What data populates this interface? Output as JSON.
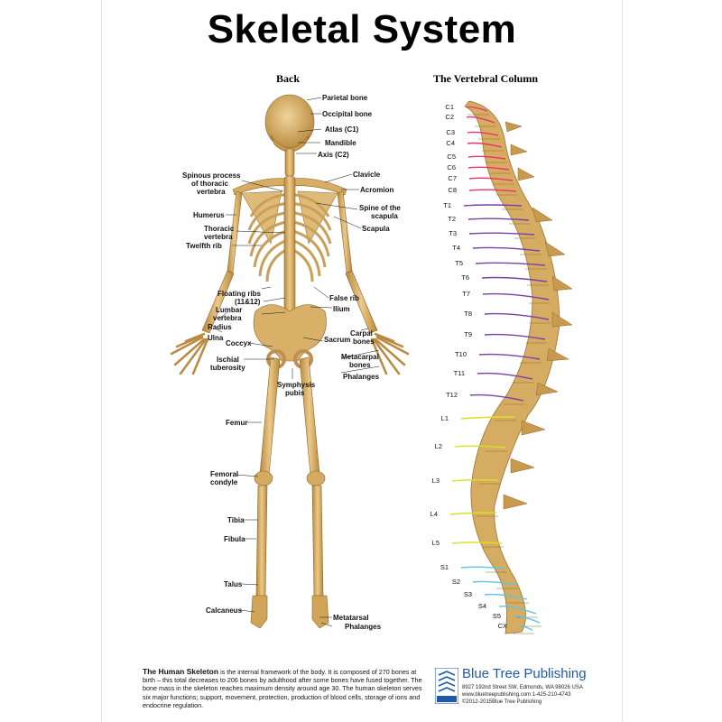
{
  "title": "Skeletal System",
  "sections": {
    "back": "Back",
    "vertebral": "The Vertebral Column"
  },
  "back_labels": {
    "parietal": "Parietal bone",
    "occipital": "Occipital bone",
    "atlas": "Atlas (C1)",
    "mandible": "Mandible",
    "axis": "Axis (C2)",
    "spinous1": "Spinous process",
    "spinous2": "of thoracic",
    "spinous3": "vertebra",
    "clavicle": "Clavicle",
    "acromion": "Acromion",
    "spine_scap1": "Spine of the",
    "spine_scap2": "scapula",
    "humerus": "Humerus",
    "scapula": "Scapula",
    "thoracic1": "Thoracic",
    "thoracic2": "vertebra",
    "twelfth": "Twelfth rib",
    "floating1": "Floating ribs",
    "floating2": "(11&12)",
    "false_rib": "False rib",
    "lumbar1": "Lumbar",
    "lumbar2": "vertebra",
    "ilium": "Ilium",
    "radius": "Radius",
    "ulna": "Ulna",
    "carpal1": "Carpal",
    "carpal2": "bones",
    "coccyx": "Coccyx",
    "sacrum": "Sacrum",
    "ischial1": "Ischial",
    "ischial2": "tuberosity",
    "metacarpal1": "Metacarpal",
    "metacarpal2": "bones",
    "phalanges_hand": "Phalanges",
    "symphysis1": "Symphysis",
    "symphysis2": "pubis",
    "femur": "Femur",
    "femoral1": "Femoral",
    "femoral2": "condyle",
    "tibia": "Tibia",
    "fibula": "Fibula",
    "talus": "Talus",
    "calcaneus": "Calcaneus",
    "metatarsal": "Metatarsal",
    "phalanges_foot": "Phalanges"
  },
  "vertebrae": {
    "cervical": [
      "C1",
      "C2",
      "C3",
      "C4",
      "C5",
      "C6",
      "C7",
      "C8"
    ],
    "thoracic": [
      "T1",
      "T2",
      "T3",
      "T4",
      "T5",
      "T6",
      "T7",
      "T8",
      "T9",
      "T10",
      "T11",
      "T12"
    ],
    "lumbar": [
      "L1",
      "L2",
      "L3",
      "L4",
      "L5"
    ],
    "sacral": [
      "S1",
      "S2",
      "S3",
      "S4",
      "S5",
      "CX"
    ]
  },
  "colors": {
    "cervical": "#e8336b",
    "thoracic": "#7b3fa8",
    "lumbar": "#d9e021",
    "sacral": "#5fc3e6",
    "bone": "#d8b068",
    "publisher_blue": "#1f5aa6"
  },
  "footer": {
    "heading": "The Human Skeleton",
    "body": "is the internal framework of the body. It is composed of 270 bones at birth – this total decreases to 206 bones by adulthood after some bones have fused together. The bone mass in the skeleton reaches maximum density around age 30. The human skeleton serves six major functions; support, movement, protection, production of blood cells, storage of ions and endocrine regulation."
  },
  "publisher": {
    "name": "Blue Tree Publishing",
    "logo_text": "Blue Tree Publishing",
    "address": "8927 192nd Street SW, Edmonds, WA 98026 USA",
    "web_phone": "www.bluetreepublishing.com    1-425-210-4743",
    "copyright": "©2012-2015Blue Tree Publishing"
  }
}
